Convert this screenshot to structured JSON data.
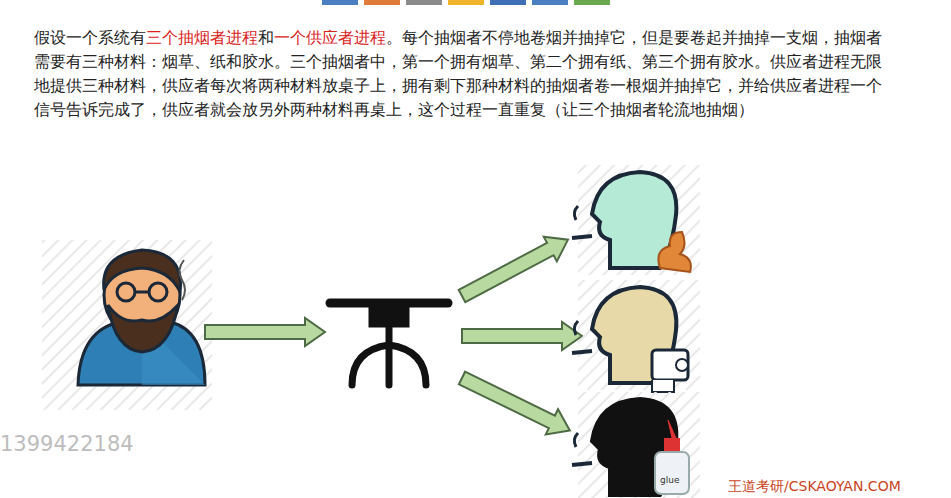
{
  "diagram": {
    "labels": [
      "假设一个系统有",
      "三个抽烟者进程",
      "和",
      "一个供应者进程",
      "。每个抽烟者不停地卷烟并抽掉它，但是要卷起并抽掉一支烟，抽烟者需要有三种材料：烟草、纸和胶水。三个抽烟者中，第一个拥有烟草、第二个拥有纸、第三个拥有胶水。供应者进程无限地提供三种材料，供应者每次将两种材料放桌子上，拥有剩下那种材料的抽烟者卷一根烟并抽掉它，并给供应者进程一个信号告诉完成了，供应者就会放另外两种材料再桌上，这个过程一直重复（让三个抽烟者轮流地抽烟）",
      "1399422184",
      "glue",
      "王道考研/CSKAOYAN.COM"
    ]
  }
}
